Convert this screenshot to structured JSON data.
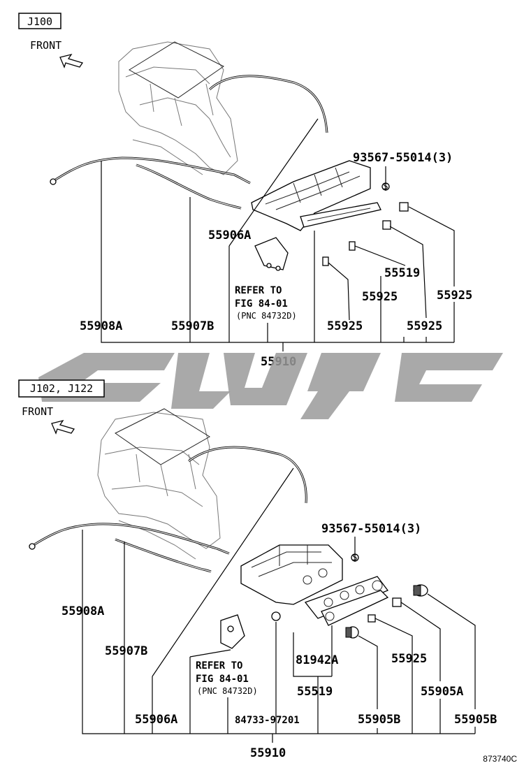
{
  "section_top": {
    "model_code": "J100",
    "direction_label": "FRONT",
    "screw_part": "93567-55014(3)",
    "parts": [
      "55906A",
      "55519",
      "55925",
      "55925",
      "55925",
      "55925",
      "55908A",
      "55907B",
      "55910"
    ],
    "refer_line1": "REFER TO",
    "refer_line2": "FIG 84-01",
    "refer_line3": "(PNC 84732D)"
  },
  "section_bottom": {
    "model_code": "J102, J122",
    "direction_label": "FRONT",
    "screw_part": "93567-55014(3)",
    "parts": [
      "55908A",
      "55907B",
      "55906A",
      "81942A",
      "55925",
      "55519",
      "55905A",
      "84733-97201",
      "55905B",
      "55905B",
      "55910"
    ],
    "refer_line1": "REFER TO",
    "refer_line2": "FIG 84-01",
    "refer_line3": "(PNC 84732D)"
  },
  "footer_code": "873740C"
}
